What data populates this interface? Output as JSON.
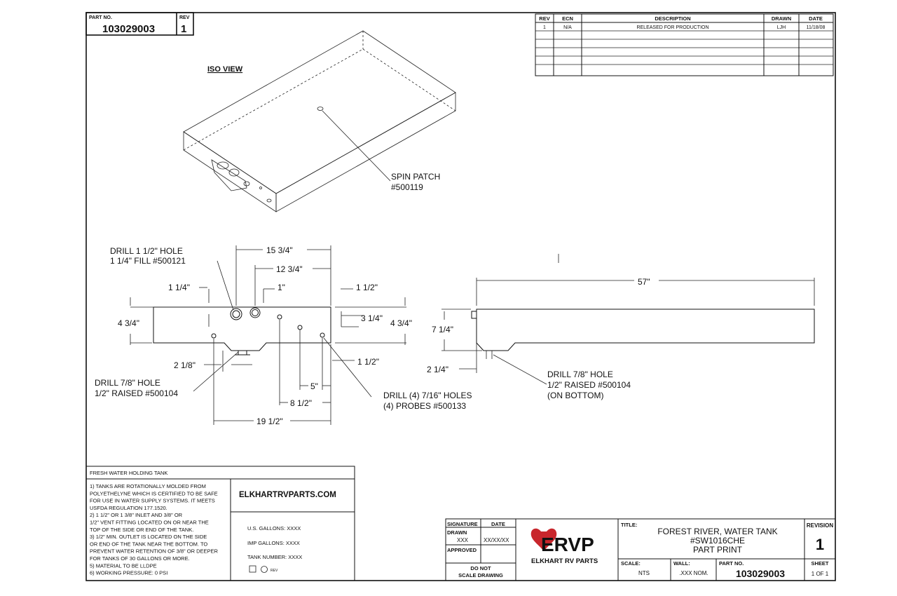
{
  "header": {
    "part_no_label": "PART NO.",
    "part_no": "103029003",
    "rev_label": "REV",
    "rev": "1"
  },
  "revision_table": {
    "headers": [
      "REV",
      "ECN",
      "DESCRIPTION",
      "DRAWN",
      "DATE"
    ],
    "rows": [
      [
        "1",
        "N/A",
        "RELEASED FOR PRODUCTION",
        "LJH",
        "11/18/08"
      ]
    ]
  },
  "iso": {
    "title": "ISO VIEW",
    "spin_patch_line1": "SPIN PATCH",
    "spin_patch_line2": "#500119"
  },
  "top_view": {
    "drill_fill_line1": "DRILL 1 1/2\" HOLE",
    "drill_fill_line2": "1 1/4\" FILL #500121",
    "dim_15_3_4": "15 3/4\"",
    "dim_12_3_4": "12 3/4\"",
    "dim_1_1_4": "1 1/4\"",
    "dim_1": "1\"",
    "dim_1_1_2_top": "1 1/2\"",
    "dim_4_3_4_left": "4 3/4\"",
    "dim_3_1_4": "3 1/4\"",
    "dim_4_3_4_right": "4 3/4\"",
    "dim_2_1_8": "2 1/8\"",
    "dim_1_1_2_bottom": "1 1/2\"",
    "dim_5": "5\"",
    "dim_8_1_2": "8 1/2\"",
    "dim_19_1_2": "19 1/2\"",
    "drill_raised_line1": "DRILL 7/8\" HOLE",
    "drill_raised_line2": "1/2\" RAISED #500104",
    "drill_probes_line1": "DRILL (4) 7/16\" HOLES",
    "drill_probes_line2": "(4) PROBES #500133"
  },
  "side_view": {
    "dim_57": "57\"",
    "dim_7_1_4": "7 1/4\"",
    "dim_2_1_4": "2 1/4\"",
    "drill_line1": "DRILL 7/8\" HOLE",
    "drill_line2": "1/2\" RAISED #500104",
    "drill_line3": "(ON BOTTOM)"
  },
  "notes": {
    "title": "FRESH WATER HOLDING TANK",
    "lines": [
      "1) TANKS ARE ROTATIONALLY MOLDED FROM",
      "POLYETHELYNE WHICH IS CERTIFIED TO BE SAFE",
      "FOR USE IN WATER SUPPLY SYSTEMS. IT MEETS",
      "USFDA REGULATION 177.1520.",
      "2) 1 1/2\" OR 1 3/8\" INLET AND 3/8\" OR",
      "1/2\" VENT FITTING LOCATED ON OR NEAR THE",
      "TOP OF THE SIDE OR END OF THE TANK.",
      "3) 1/2\" MIN. OUTLET IS LOCATED ON THE SIDE",
      "OR END OF THE TANK NEAR THE BOTTOM. TO",
      "PREVENT WATER RETENTION OF 3/8\" OR DEEPER",
      "FOR TANKS OF 30 GALLONS OR MORE.",
      "5) MATERIAL TO BE LLDPE",
      "6) WORKING PRESSURE: 0 PSI"
    ],
    "website": "ELKHARTRVPARTS.COM",
    "us_gallons": "U.S. GALLONS:  XXXX",
    "imp_gallons": "IMP GALLONS:  XXXX",
    "tank_number": "TANK NUMBER:  XXXX",
    "cert_mark": "REV"
  },
  "title_block": {
    "signature_label": "SIGNATURE",
    "date_label": "DATE",
    "drawn_label": "DRAWN",
    "drawn_value": "XXX",
    "drawn_date": "XX/XX/XX",
    "approved_label": "APPROVED",
    "do_not_scale_1": "DO NOT",
    "do_not_scale_2": "SCALE DRAWING",
    "logo_text": "ERVP",
    "logo_sub": "ELKHART RV PARTS",
    "title_label": "TITLE:",
    "title_line1": "FOREST RIVER, WATER TANK",
    "title_line2": "#SW1016CHE",
    "title_line3": "PART PRINT",
    "revision_label": "REVISION",
    "revision_value": "1",
    "scale_label": "SCALE:",
    "scale_value": "NTS",
    "wall_label": "WALL:",
    "wall_value": ".XXX NOM.",
    "part_no_label": "PART NO.",
    "part_no": "103029003",
    "sheet_label": "SHEET",
    "sheet_value": "1 OF 1"
  },
  "colors": {
    "logo_red": "#c8262c",
    "line": "#111111"
  }
}
